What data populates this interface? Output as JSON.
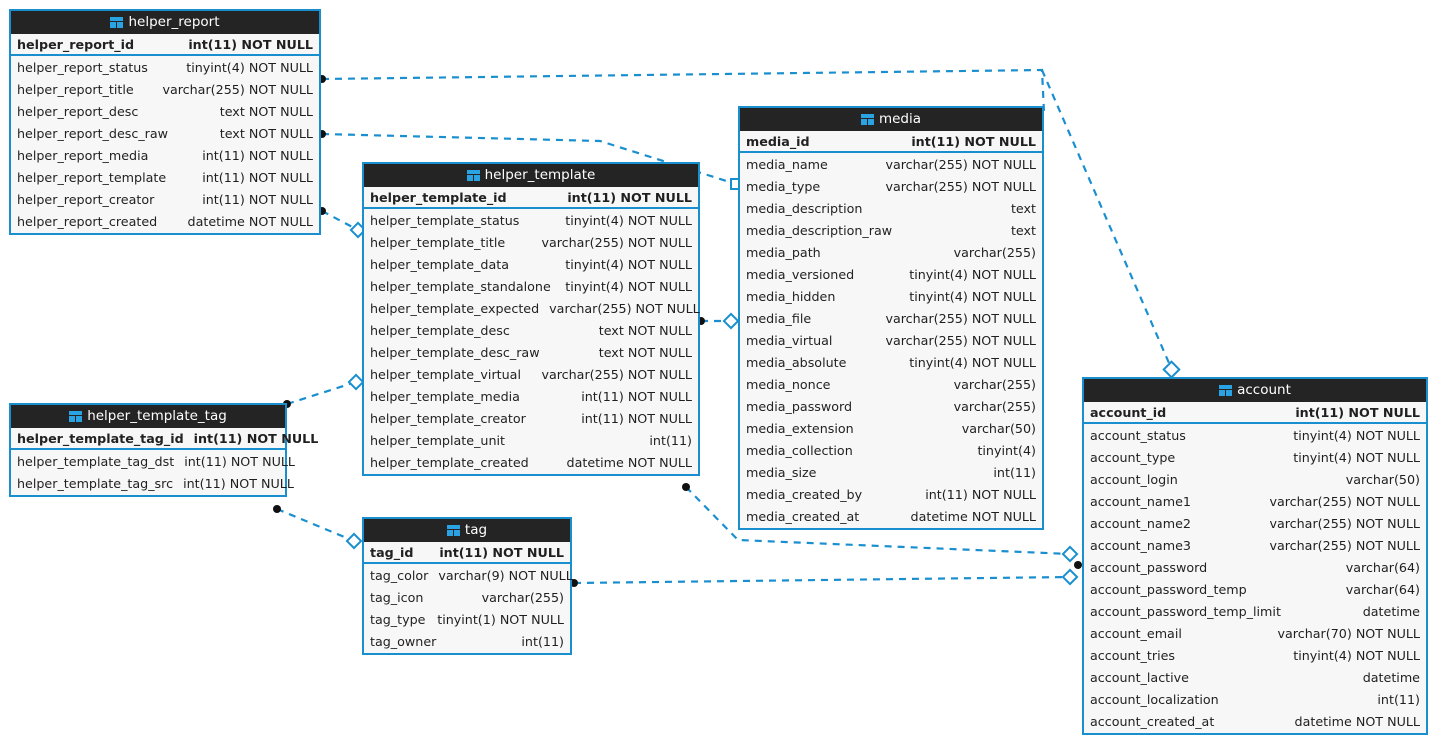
{
  "diagram": {
    "title": "database-er-diagram",
    "accent_color": "#1a8fd0",
    "header_bg": "#242424",
    "row_bg": "#f7f7f7",
    "pk_bg": "#ffffff",
    "link_color": "#1a8fd0",
    "background": "#ffffff"
  },
  "entities": [
    {
      "id": "helper_report",
      "name": "helper_report",
      "icon": "table-icon",
      "primary_key": {
        "name": "helper_report_id",
        "type": "int(11) NOT NULL"
      },
      "columns": [
        {
          "name": "helper_report_status",
          "type": "tinyint(4) NOT NULL"
        },
        {
          "name": "helper_report_title",
          "type": "varchar(255) NOT NULL"
        },
        {
          "name": "helper_report_desc",
          "type": "text NOT NULL"
        },
        {
          "name": "helper_report_desc_raw",
          "type": "text NOT NULL"
        },
        {
          "name": "helper_report_media",
          "type": "int(11) NOT NULL"
        },
        {
          "name": "helper_report_template",
          "type": "int(11) NOT NULL"
        },
        {
          "name": "helper_report_creator",
          "type": "int(11) NOT NULL"
        },
        {
          "name": "helper_report_created",
          "type": "datetime NOT NULL"
        }
      ]
    },
    {
      "id": "helper_template",
      "name": "helper_template",
      "icon": "table-icon",
      "primary_key": {
        "name": "helper_template_id",
        "type": "int(11) NOT NULL"
      },
      "columns": [
        {
          "name": "helper_template_status",
          "type": "tinyint(4) NOT NULL"
        },
        {
          "name": "helper_template_title",
          "type": "varchar(255) NOT NULL"
        },
        {
          "name": "helper_template_data",
          "type": "tinyint(4) NOT NULL"
        },
        {
          "name": "helper_template_standalone",
          "type": "tinyint(4) NOT NULL"
        },
        {
          "name": "helper_template_expected",
          "type": "varchar(255) NOT NULL"
        },
        {
          "name": "helper_template_desc",
          "type": "text NOT NULL"
        },
        {
          "name": "helper_template_desc_raw",
          "type": "text NOT NULL"
        },
        {
          "name": "helper_template_virtual",
          "type": "varchar(255) NOT NULL"
        },
        {
          "name": "helper_template_media",
          "type": "int(11) NOT NULL"
        },
        {
          "name": "helper_template_creator",
          "type": "int(11) NOT NULL"
        },
        {
          "name": "helper_template_unit",
          "type": "int(11)"
        },
        {
          "name": "helper_template_created",
          "type": "datetime NOT NULL"
        }
      ]
    },
    {
      "id": "media",
      "name": "media",
      "icon": "table-icon",
      "primary_key": {
        "name": "media_id",
        "type": "int(11) NOT NULL"
      },
      "columns": [
        {
          "name": "media_name",
          "type": "varchar(255) NOT NULL"
        },
        {
          "name": "media_type",
          "type": "varchar(255) NOT NULL"
        },
        {
          "name": "media_description",
          "type": "text"
        },
        {
          "name": "media_description_raw",
          "type": "text"
        },
        {
          "name": "media_path",
          "type": "varchar(255)"
        },
        {
          "name": "media_versioned",
          "type": "tinyint(4) NOT NULL"
        },
        {
          "name": "media_hidden",
          "type": "tinyint(4) NOT NULL"
        },
        {
          "name": "media_file",
          "type": "varchar(255) NOT NULL"
        },
        {
          "name": "media_virtual",
          "type": "varchar(255) NOT NULL"
        },
        {
          "name": "media_absolute",
          "type": "tinyint(4) NOT NULL"
        },
        {
          "name": "media_nonce",
          "type": "varchar(255)"
        },
        {
          "name": "media_password",
          "type": "varchar(255)"
        },
        {
          "name": "media_extension",
          "type": "varchar(50)"
        },
        {
          "name": "media_collection",
          "type": "tinyint(4)"
        },
        {
          "name": "media_size",
          "type": "int(11)"
        },
        {
          "name": "media_created_by",
          "type": "int(11) NOT NULL"
        },
        {
          "name": "media_created_at",
          "type": "datetime NOT NULL"
        }
      ]
    },
    {
      "id": "account",
      "name": "account",
      "icon": "table-icon",
      "primary_key": {
        "name": "account_id",
        "type": "int(11) NOT NULL"
      },
      "columns": [
        {
          "name": "account_status",
          "type": "tinyint(4) NOT NULL"
        },
        {
          "name": "account_type",
          "type": "tinyint(4) NOT NULL"
        },
        {
          "name": "account_login",
          "type": "varchar(50)"
        },
        {
          "name": "account_name1",
          "type": "varchar(255) NOT NULL"
        },
        {
          "name": "account_name2",
          "type": "varchar(255) NOT NULL"
        },
        {
          "name": "account_name3",
          "type": "varchar(255) NOT NULL"
        },
        {
          "name": "account_password",
          "type": "varchar(64)"
        },
        {
          "name": "account_password_temp",
          "type": "varchar(64)"
        },
        {
          "name": "account_password_temp_limit",
          "type": "datetime"
        },
        {
          "name": "account_email",
          "type": "varchar(70) NOT NULL"
        },
        {
          "name": "account_tries",
          "type": "tinyint(4) NOT NULL"
        },
        {
          "name": "account_lactive",
          "type": "datetime"
        },
        {
          "name": "account_localization",
          "type": "int(11)"
        },
        {
          "name": "account_created_at",
          "type": "datetime NOT NULL"
        }
      ]
    },
    {
      "id": "helper_template_tag",
      "name": "helper_template_tag",
      "icon": "table-icon",
      "primary_key": {
        "name": "helper_template_tag_id",
        "type": "int(11) NOT NULL"
      },
      "columns": [
        {
          "name": "helper_template_tag_dst",
          "type": "int(11) NOT NULL"
        },
        {
          "name": "helper_template_tag_src",
          "type": "int(11) NOT NULL"
        }
      ]
    },
    {
      "id": "tag",
      "name": "tag",
      "icon": "table-icon",
      "primary_key": {
        "name": "tag_id",
        "type": "int(11) NOT NULL"
      },
      "columns": [
        {
          "name": "tag_color",
          "type": "varchar(9) NOT NULL"
        },
        {
          "name": "tag_icon",
          "type": "varchar(255)"
        },
        {
          "name": "tag_type",
          "type": "tinyint(1) NOT NULL"
        },
        {
          "name": "tag_owner",
          "type": "int(11)"
        }
      ]
    }
  ],
  "relationships": [
    {
      "id": "rel-report-media",
      "from": "helper_report.helper_report_media",
      "to": "media.media_id"
    },
    {
      "id": "rel-report-template",
      "from": "helper_report.helper_report_template",
      "to": "helper_template.helper_template_id"
    },
    {
      "id": "rel-report-creator",
      "from": "helper_report.helper_report_creator",
      "to": "account.account_id"
    },
    {
      "id": "rel-template-media",
      "from": "helper_template.helper_template_media",
      "to": "media.media_id"
    },
    {
      "id": "rel-template-creator",
      "from": "helper_template.helper_template_creator",
      "to": "account.account_id"
    },
    {
      "id": "rel-tmpltag-template",
      "from": "helper_template_tag.helper_template_tag_dst",
      "to": "helper_template.helper_template_id"
    },
    {
      "id": "rel-tmpltag-tag",
      "from": "helper_template_tag.helper_template_tag_src",
      "to": "tag.tag_id"
    },
    {
      "id": "rel-tag-owner",
      "from": "tag.tag_owner",
      "to": "account.account_id"
    }
  ]
}
